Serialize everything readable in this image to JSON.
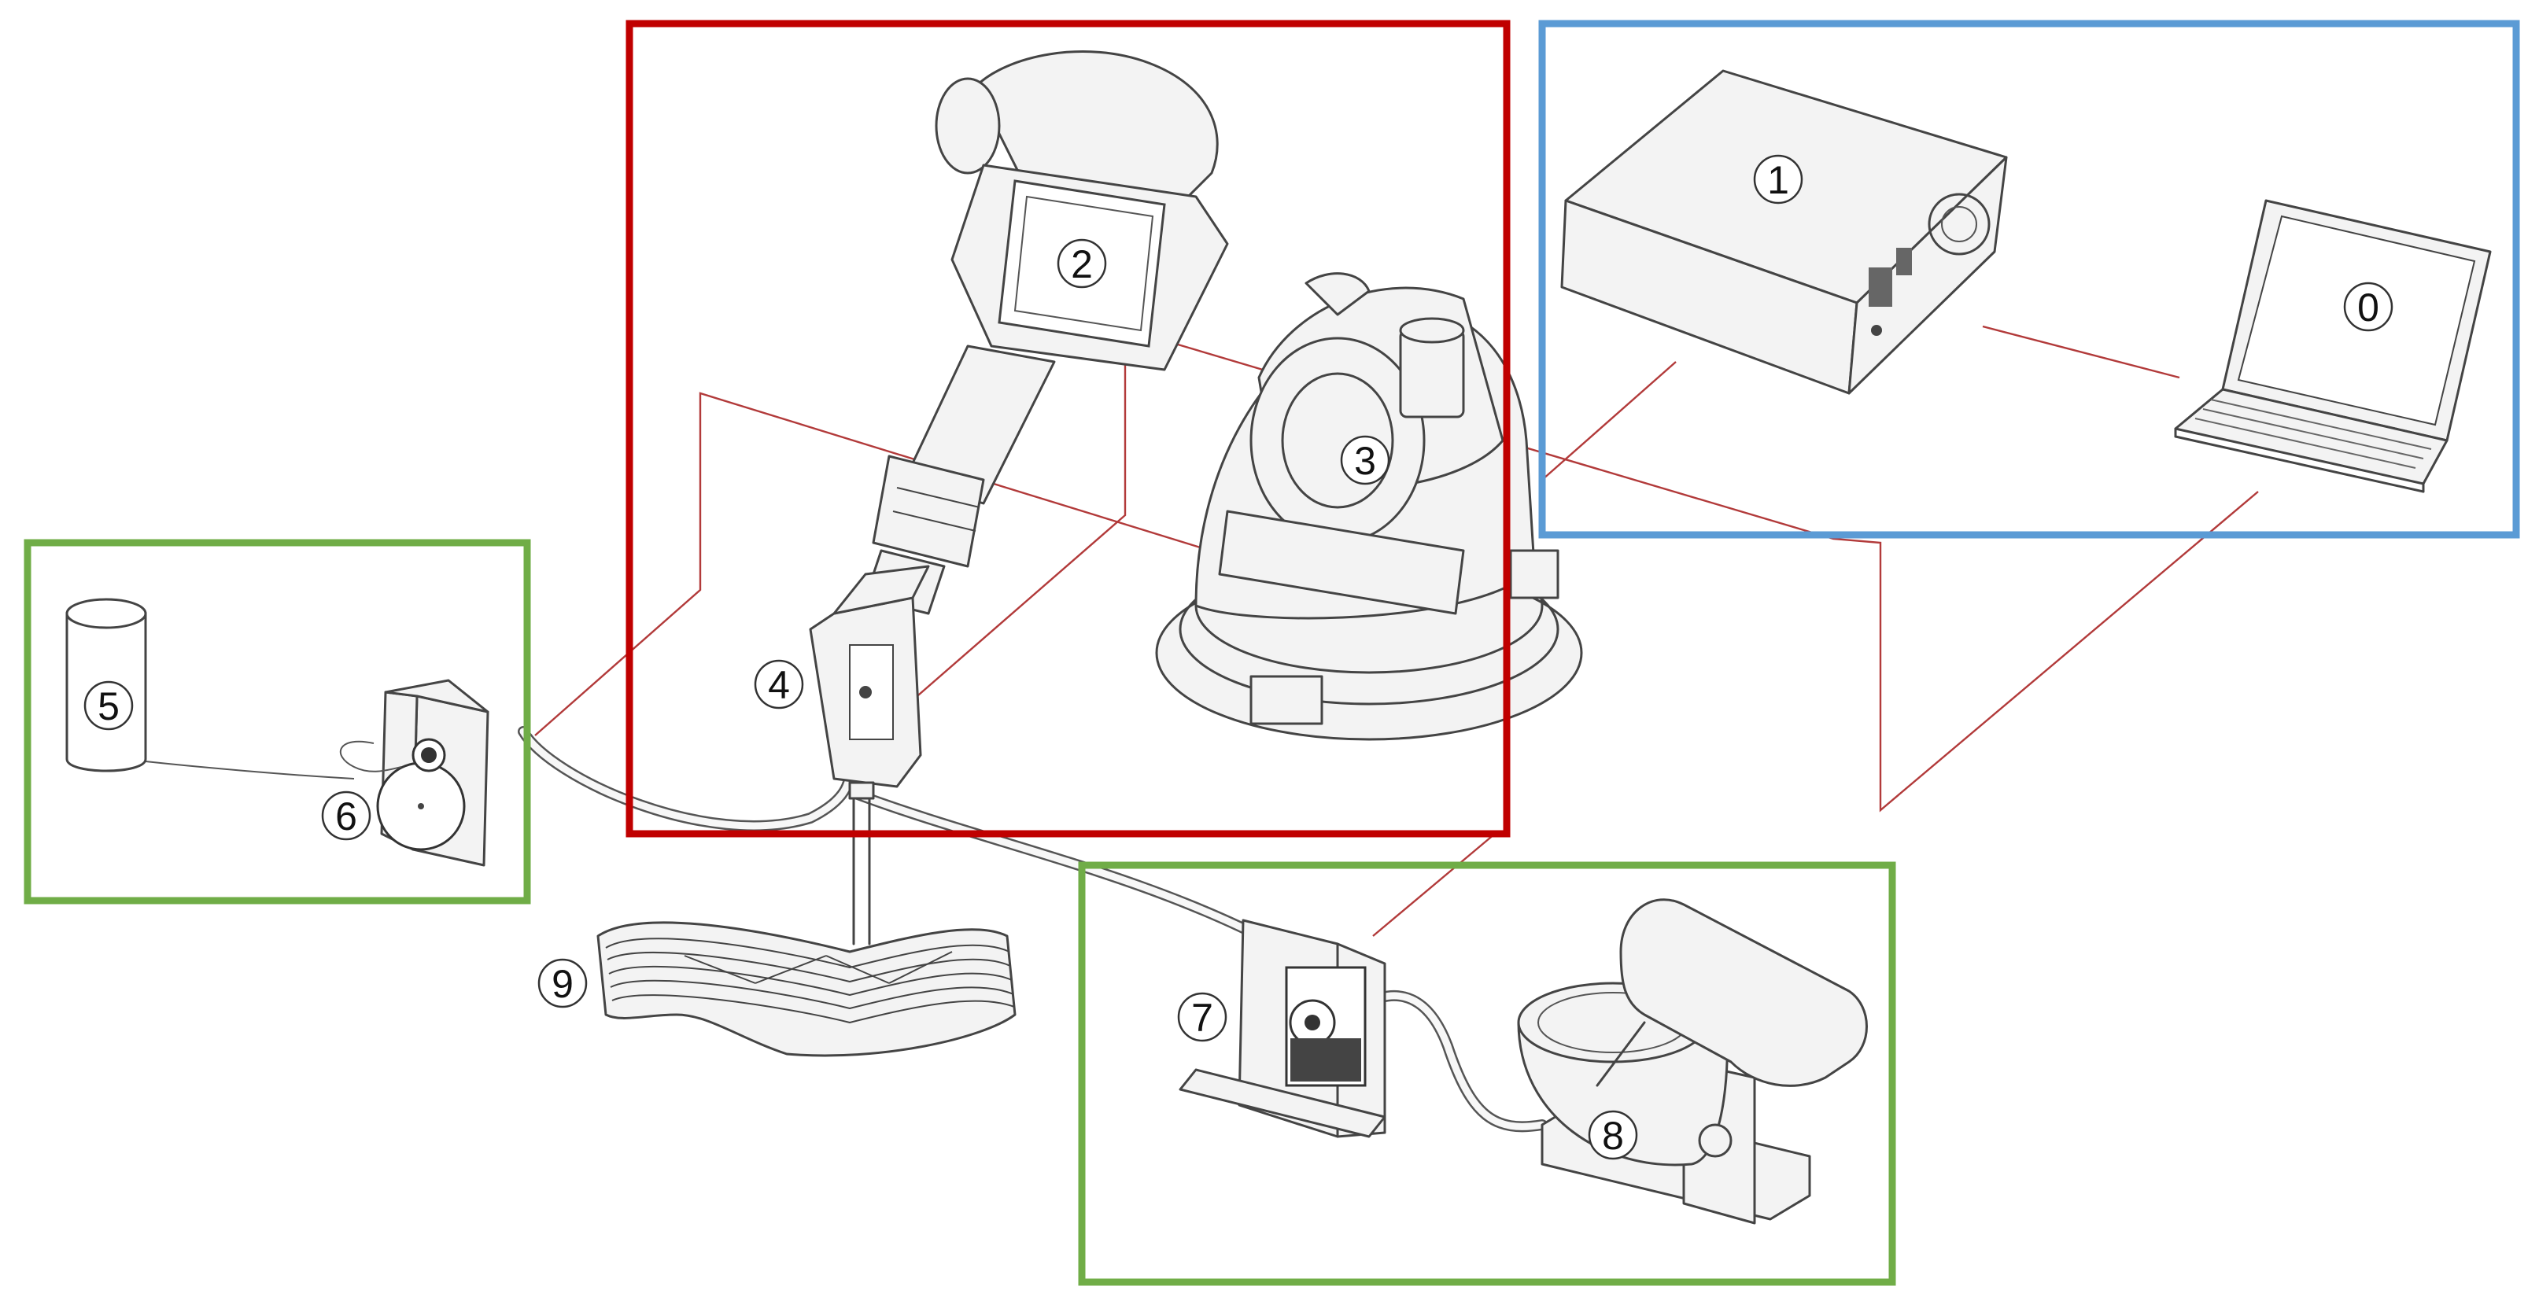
{
  "colors": {
    "robot_group": "#c00000",
    "control_group": "#5b9bd5",
    "feed_group": "#70ad47",
    "signal_wire": "#b23a3a"
  },
  "components": {
    "c0": {
      "number": "0",
      "icon": "laptop-icon"
    },
    "c1": {
      "number": "1",
      "icon": "control-box-icon"
    },
    "c2": {
      "number": "2",
      "icon": "robot-arm-icon"
    },
    "c3": {
      "number": "3",
      "icon": "robot-base-icon"
    },
    "c4": {
      "number": "4",
      "icon": "print-head-icon"
    },
    "c5": {
      "number": "5",
      "icon": "container-icon"
    },
    "c6": {
      "number": "6",
      "icon": "pump-icon"
    },
    "c7": {
      "number": "7",
      "icon": "pump-icon"
    },
    "c8": {
      "number": "8",
      "icon": "mixer-icon"
    },
    "c9": {
      "number": "9",
      "icon": "printed-part-icon"
    }
  }
}
